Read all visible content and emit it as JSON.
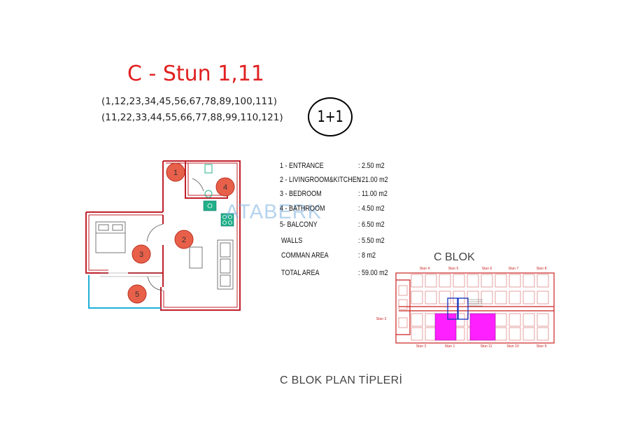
{
  "title": "C - Stun 1,11",
  "unit_numbers_line1": "(1,12,23,34,45,56,67,78,89,100,111)",
  "unit_numbers_line2": "(11,22,33,44,55,66,77,88,99,110,121)",
  "type_badge": "1+1",
  "watermark": "ATABERK",
  "room_markers": [
    "1",
    "2",
    "3",
    "4",
    "5"
  ],
  "areas": [
    {
      "label": "1 - ENTRANCE",
      "value": ": 2.50 m2"
    },
    {
      "label": "2 - LIVINGROOM&KITCHEN",
      "value": ": 21.00 m2"
    },
    {
      "label": "3 - BEDROOM",
      "value": ": 11.00 m2"
    },
    {
      "label": "4 - BATHROOM",
      "value": ": 4.50 m2"
    },
    {
      "label": "5- BALCONY",
      "value": ": 6.50 m2"
    },
    {
      "label": "WALLS",
      "value": ": 5.50 m2"
    },
    {
      "label": "COMMAN AREA",
      "value": ": 8 m2"
    },
    {
      "label": "TOTAL AREA",
      "value": ": 59.00 m2"
    }
  ],
  "block_plan": {
    "title": "C BLOK",
    "labels": {
      "stun1": "Stun 1",
      "stun2": "Stun 2",
      "stun3": "Stun 3",
      "stun4": "Stun 4",
      "stun5": "Stun 5",
      "stun6": "Stun 6",
      "stun7": "Stun 7",
      "stun8": "Stun 8",
      "stun9": "Stun 9",
      "stun10": "Stun 10",
      "stun11": "Stun 11"
    }
  },
  "caption": "C BLOK PLAN TİPLERİ",
  "colors": {
    "title": "#e02020",
    "wall": "#c0202a",
    "balcony_line": "#20b0d8",
    "marker_fill": "#e8604a",
    "highlight": "#ff20ff",
    "fixture": "#20b088"
  }
}
